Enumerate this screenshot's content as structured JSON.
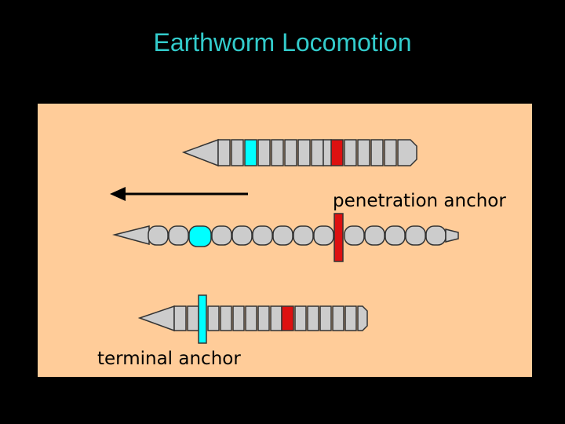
{
  "slide": {
    "title": "Earthworm Locomotion"
  },
  "diagram": {
    "labels": {
      "penetration_anchor": "penetration anchor",
      "terminal_anchor": "terminal anchor"
    },
    "colors": {
      "background": "#000000",
      "panel": "#FFCC99",
      "title": "#33CCCC",
      "segment": "#CCCCCC",
      "outline": "#333333",
      "cyan_segment": "#00FFFF",
      "red_segment": "#DD1111",
      "arrow": "#000000"
    },
    "direction_icon": "left-arrow-icon"
  }
}
